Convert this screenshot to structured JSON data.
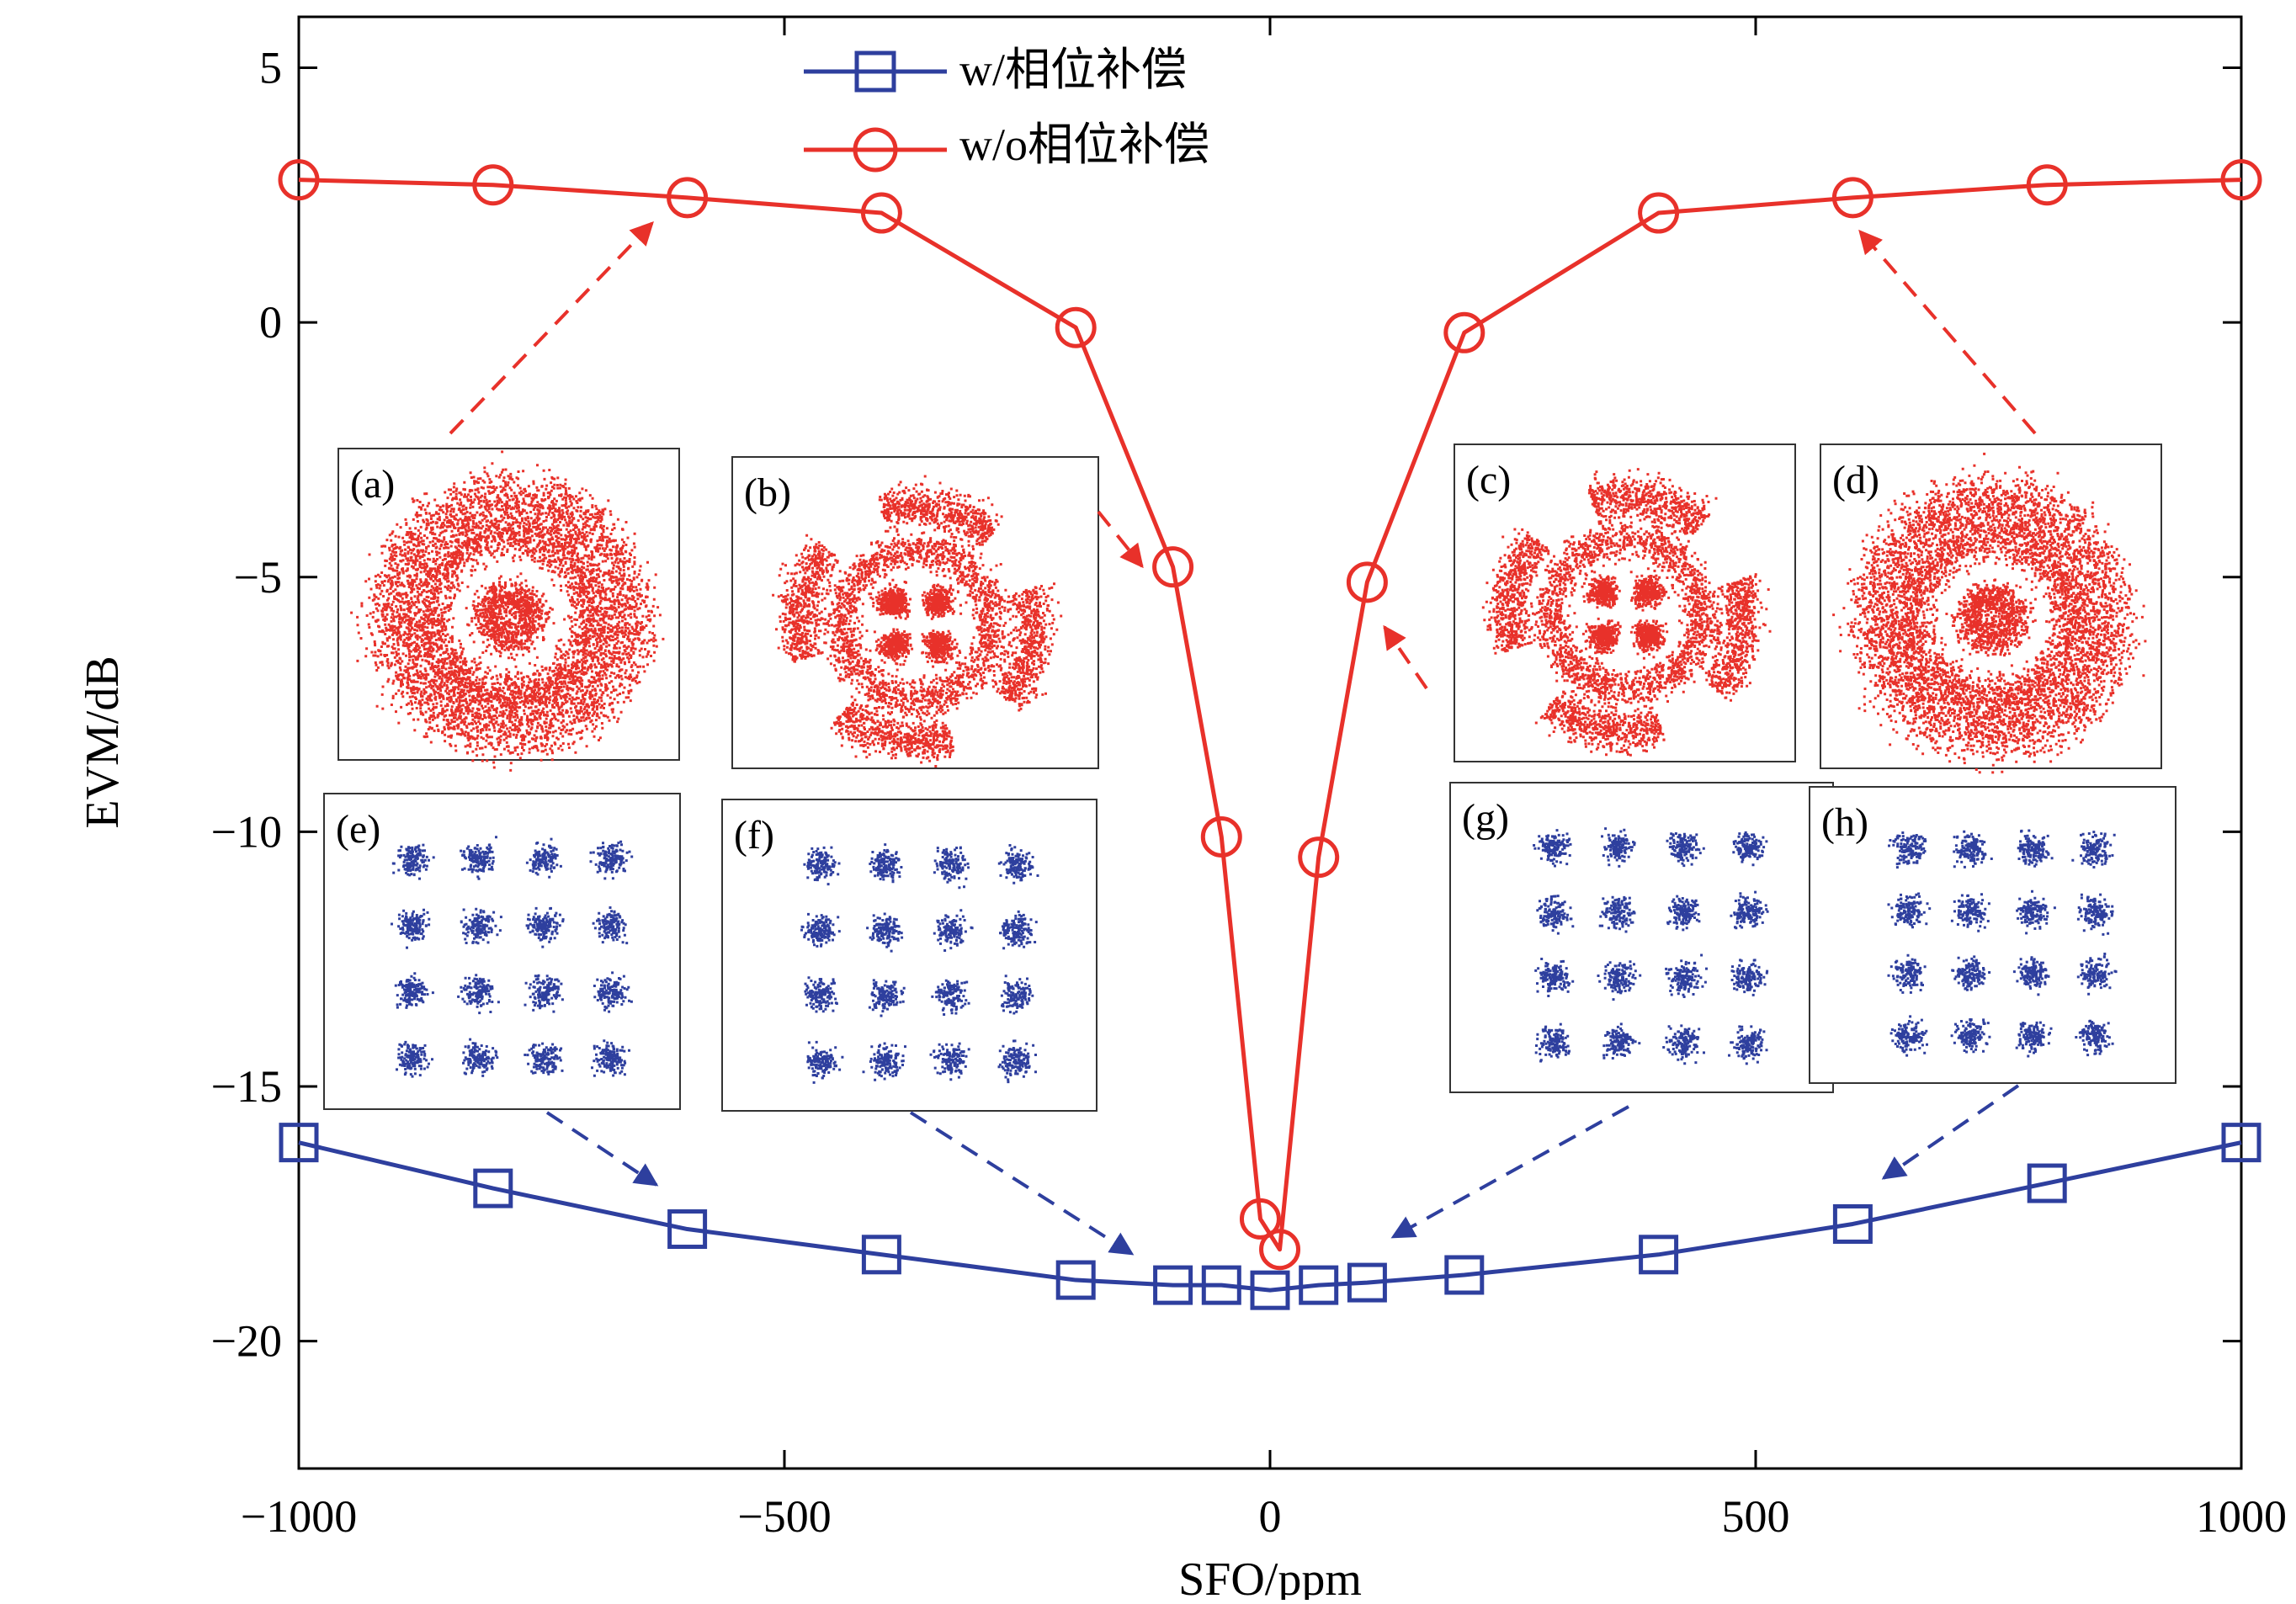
{
  "chart_data": {
    "type": "line",
    "xlabel": "SFO/ppm",
    "ylabel": "EVM/dB",
    "xlim": [
      -1000,
      1000
    ],
    "ylim": [
      -22.5,
      6
    ],
    "xticks": [
      -1000,
      -500,
      0,
      500,
      1000
    ],
    "xtick_labels": [
      "−1000",
      "−500",
      "0",
      "500",
      "1000"
    ],
    "yticks": [
      5,
      0,
      -5,
      -10,
      -15,
      -20
    ],
    "ytick_labels": [
      "5",
      "0",
      "−5",
      "−10",
      "−15",
      "−20"
    ],
    "grid": false,
    "legend_position": "top",
    "series": [
      {
        "name": "w/相位补偿",
        "color": "#2e3f9e",
        "marker": "square",
        "x": [
          -1000,
          -800,
          -600,
          -400,
          -200,
          -100,
          -50,
          0,
          50,
          100,
          200,
          400,
          600,
          800,
          1000
        ],
        "y": [
          -16.1,
          -17.0,
          -17.8,
          -18.3,
          -18.8,
          -18.9,
          -18.9,
          -19.0,
          -18.9,
          -18.85,
          -18.7,
          -18.3,
          -17.7,
          -16.9,
          -16.1
        ]
      },
      {
        "name": "w/o相位补偿",
        "color": "#e8312a",
        "marker": "circle",
        "x": [
          -1000,
          -800,
          -600,
          -400,
          -200,
          -100,
          -50,
          -10,
          10,
          50,
          100,
          200,
          400,
          600,
          800,
          1000
        ],
        "y": [
          2.8,
          2.7,
          2.45,
          2.15,
          -0.1,
          -4.8,
          -10.1,
          -17.6,
          -18.2,
          -10.5,
          -5.1,
          -0.2,
          2.15,
          2.45,
          2.7,
          2.8
        ]
      }
    ],
    "insets": [
      {
        "label": "(a)",
        "kind": "ring",
        "color": "#e8312a"
      },
      {
        "label": "(b)",
        "kind": "rotated",
        "color": "#e8312a"
      },
      {
        "label": "(c)",
        "kind": "rotated",
        "color": "#e8312a"
      },
      {
        "label": "(d)",
        "kind": "ring",
        "color": "#e8312a"
      },
      {
        "label": "(e)",
        "kind": "qam16",
        "color": "#2e3f9e"
      },
      {
        "label": "(f)",
        "kind": "qam16",
        "color": "#2e3f9e"
      },
      {
        "label": "(g)",
        "kind": "qam16",
        "color": "#2e3f9e"
      },
      {
        "label": "(h)",
        "kind": "qam16",
        "color": "#2e3f9e"
      }
    ]
  }
}
